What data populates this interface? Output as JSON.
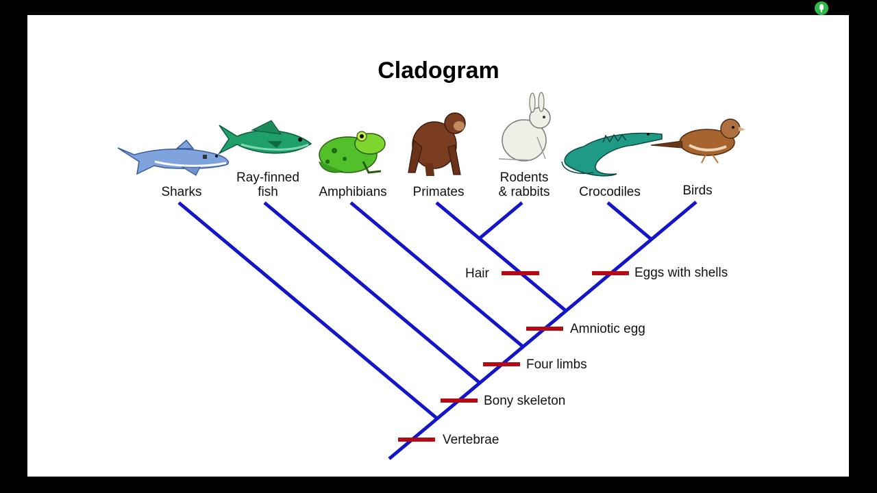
{
  "title": "Cladogram",
  "colors": {
    "branch": "#1414c8",
    "marker": "#b40a14",
    "window_bg": "#000000",
    "slide_bg": "#ffffff",
    "mic": "#2fb84a"
  },
  "taxa": [
    {
      "id": "sharks",
      "label_lines": [
        "Sharks"
      ],
      "picture": "shark-icon"
    },
    {
      "id": "ray-finned-fish",
      "label_lines": [
        "Ray-finned",
        "fish"
      ],
      "picture": "tuna-icon"
    },
    {
      "id": "amphibians",
      "label_lines": [
        "Amphibians"
      ],
      "picture": "frog-icon"
    },
    {
      "id": "primates",
      "label_lines": [
        "Primates"
      ],
      "picture": "chimp-icon"
    },
    {
      "id": "rodents-rabbits",
      "label_lines": [
        "Rodents",
        "& rabbits"
      ],
      "picture": "rabbit-icon"
    },
    {
      "id": "crocodiles",
      "label_lines": [
        "Crocodiles"
      ],
      "picture": "crocodile-icon"
    },
    {
      "id": "birds",
      "label_lines": [
        "Birds"
      ],
      "picture": "sparrow-icon"
    }
  ],
  "traits": [
    {
      "id": "vertebrae",
      "label": "Vertebrae"
    },
    {
      "id": "bony-skeleton",
      "label": "Bony skeleton"
    },
    {
      "id": "four-limbs",
      "label": "Four limbs"
    },
    {
      "id": "amniotic-egg",
      "label": "Amniotic egg"
    },
    {
      "id": "hair",
      "label": "Hair"
    },
    {
      "id": "eggs-with-shells",
      "label": "Eggs with shells"
    }
  ]
}
